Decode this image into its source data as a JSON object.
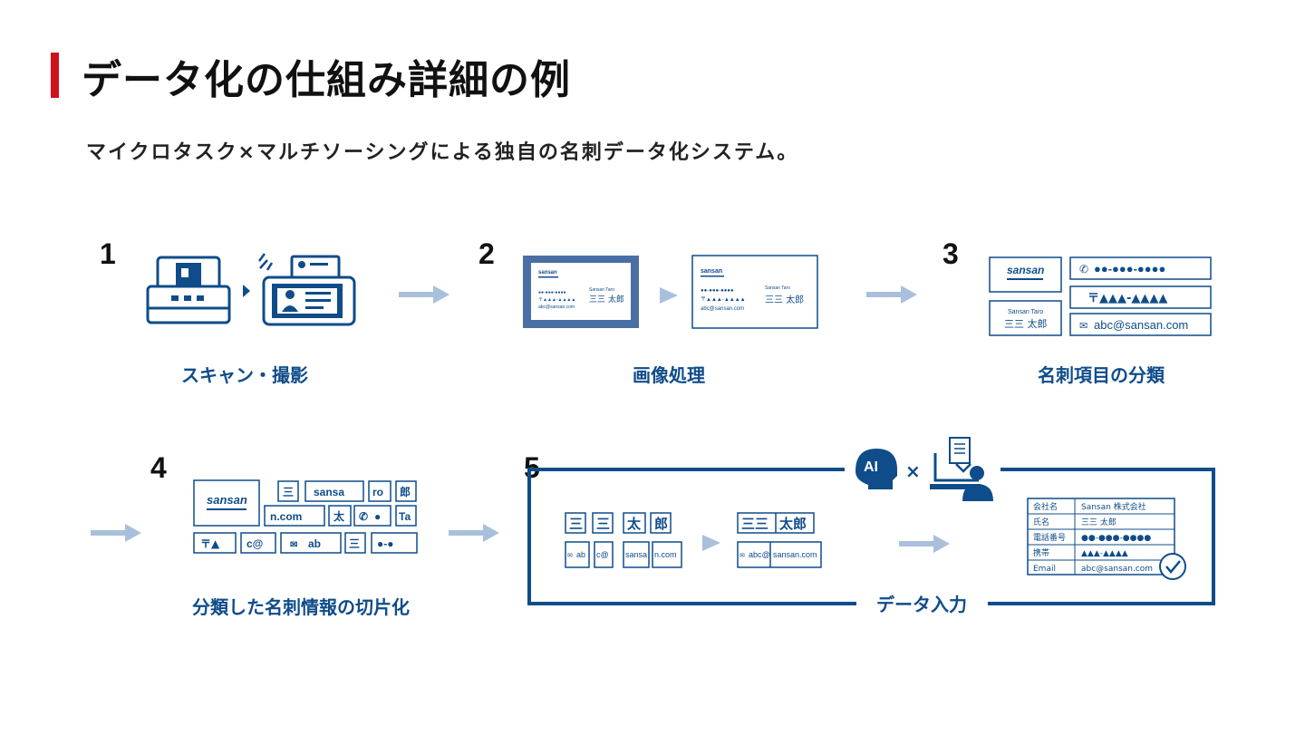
{
  "title": "データ化の仕組み詳細の例",
  "subtitle": "マイクロタスク×マルチソーシングによる独自の名刺データ化システム。",
  "steps": [
    {
      "num": "1",
      "label": "スキャン・撮影"
    },
    {
      "num": "2",
      "label": "画像処理"
    },
    {
      "num": "3",
      "label": "名刺項目の分類"
    },
    {
      "num": "4",
      "label": "分類した名刺情報の切片化"
    },
    {
      "num": "5",
      "label": "データ入力"
    }
  ],
  "card": {
    "brand": "sansan",
    "romaji_name": "Sansan Taro",
    "kanji_name": "三三  太郎",
    "phone": "●●-●●●-●●●●",
    "address": "〒▲▲▲-▲▲▲▲",
    "email": "abc@sansan.com"
  },
  "fragments_step4": [
    "三",
    "sansa",
    "ro",
    "郎",
    "n.com",
    "太",
    "●",
    "Ta",
    "〒▲",
    "c@",
    "ab",
    "三",
    "●-●"
  ],
  "fragments_step5": [
    "三",
    "三",
    "太",
    "郎",
    "ab",
    "c@",
    "sansa",
    "n.com"
  ],
  "merged_step5": {
    "name": [
      "三三",
      "太郎"
    ],
    "email": [
      "abc@",
      "sansan.com"
    ]
  },
  "ai_badge": "AI",
  "times": "×",
  "result_table": [
    {
      "field": "会社名",
      "value": "Sansan 株式会社"
    },
    {
      "field": "氏名",
      "value": "三三 太郎"
    },
    {
      "field": "電話番号",
      "value": "●●-●●●-●●●●"
    },
    {
      "field": "携帯",
      "value": "▲▲▲-▲▲▲▲"
    },
    {
      "field": "Email",
      "value": "abc@sansan.com"
    }
  ],
  "colors": {
    "accent_red": "#d0121b",
    "brand_blue": "#0f4c8a",
    "arrow_light": "#a9c0dc"
  }
}
